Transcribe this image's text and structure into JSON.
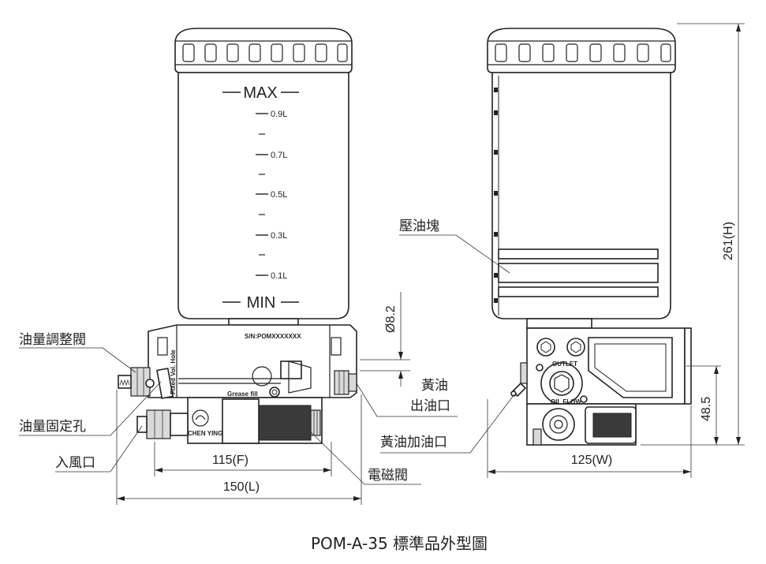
{
  "title": "POM-A-35 標準品外型圖",
  "tank": {
    "max_label": "MAX",
    "min_label": "MIN",
    "scale": [
      "0.9L",
      "0.7L",
      "0.5L",
      "0.3L",
      "0.1L"
    ]
  },
  "body_marks": {
    "serial": "S/N:POMXXXXXXX",
    "grease_fill": "Grease fill",
    "brand": "CHEN YING",
    "fixed_vol": "Fixed Vol. Hole",
    "outlet": "OUTLET",
    "oil_flow": "OIL FLOW"
  },
  "labels": {
    "oil_adjust_valve": "油量調整閥",
    "oil_fixed_hole": "油量固定孔",
    "air_inlet": "入風口",
    "grease_outlet_line1": "黃油",
    "grease_outlet_line2": "出油口",
    "grease_fill_port": "黃油加油口",
    "solenoid_valve": "電磁閥",
    "pressure_block": "壓油塊"
  },
  "dimensions": {
    "diameter": "Ø8.2",
    "front": "115(F)",
    "length": "150(L)",
    "width": "125(W)",
    "height": "261(H)",
    "outlet_height": "48.5"
  }
}
